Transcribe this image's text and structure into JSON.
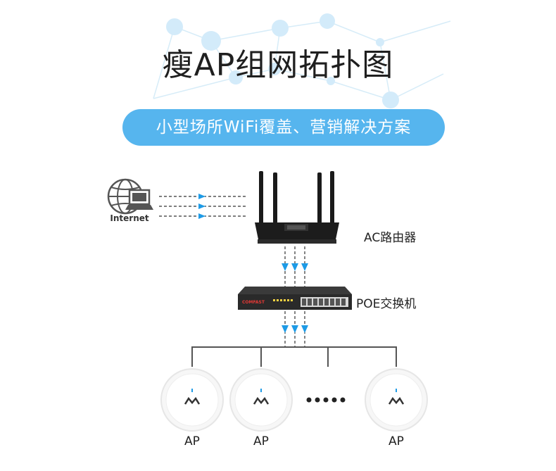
{
  "title": "瘦AP组网拓扑图",
  "banner": "小型场所WiFi覆盖、营销解决方案",
  "internet_label": "Internet",
  "switch_brand": "COMFAST",
  "router_label": "AC路由器",
  "switch_label": "POE交换机",
  "ap_labels": [
    "AP",
    "AP",
    "AP"
  ],
  "colors": {
    "accent": "#56b5ee",
    "arrow": "#1e9be6",
    "line": "#555555"
  }
}
